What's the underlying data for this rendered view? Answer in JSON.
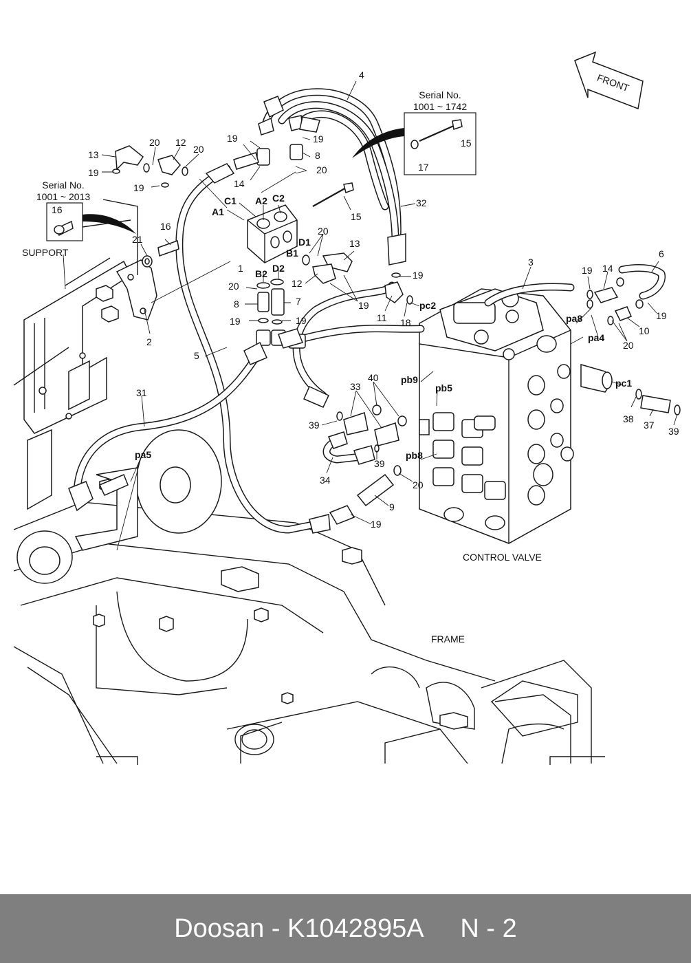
{
  "footer": {
    "brand": "Doosan",
    "separator": "-",
    "part_number": "K1042895A",
    "page": "N - 2"
  },
  "diagram": {
    "front_label": "FRONT",
    "serial_box_left": {
      "title": "Serial No.",
      "range": "1001 ~ 2013",
      "item": "16"
    },
    "serial_box_right": {
      "title": "Serial No.",
      "range": "1001 ~ 1742",
      "items": [
        "15",
        "17"
      ]
    },
    "captions": {
      "support": "SUPPORT",
      "control_valve": "CONTROL VALVE",
      "frame": "FRAME"
    },
    "port_labels": [
      "A1",
      "C1",
      "A2",
      "C2",
      "B1",
      "D1",
      "B2",
      "D2",
      "pc2",
      "pa8",
      "pa4",
      "pc1",
      "pb9",
      "pb5",
      "pb8",
      "pa5"
    ],
    "item_numbers": [
      "1",
      "2",
      "3",
      "4",
      "5",
      "6",
      "7",
      "8",
      "9",
      "10",
      "11",
      "12",
      "13",
      "14",
      "15",
      "16",
      "17",
      "18",
      "19",
      "20",
      "21",
      "31",
      "32",
      "33",
      "34",
      "37",
      "38",
      "39",
      "40"
    ]
  }
}
